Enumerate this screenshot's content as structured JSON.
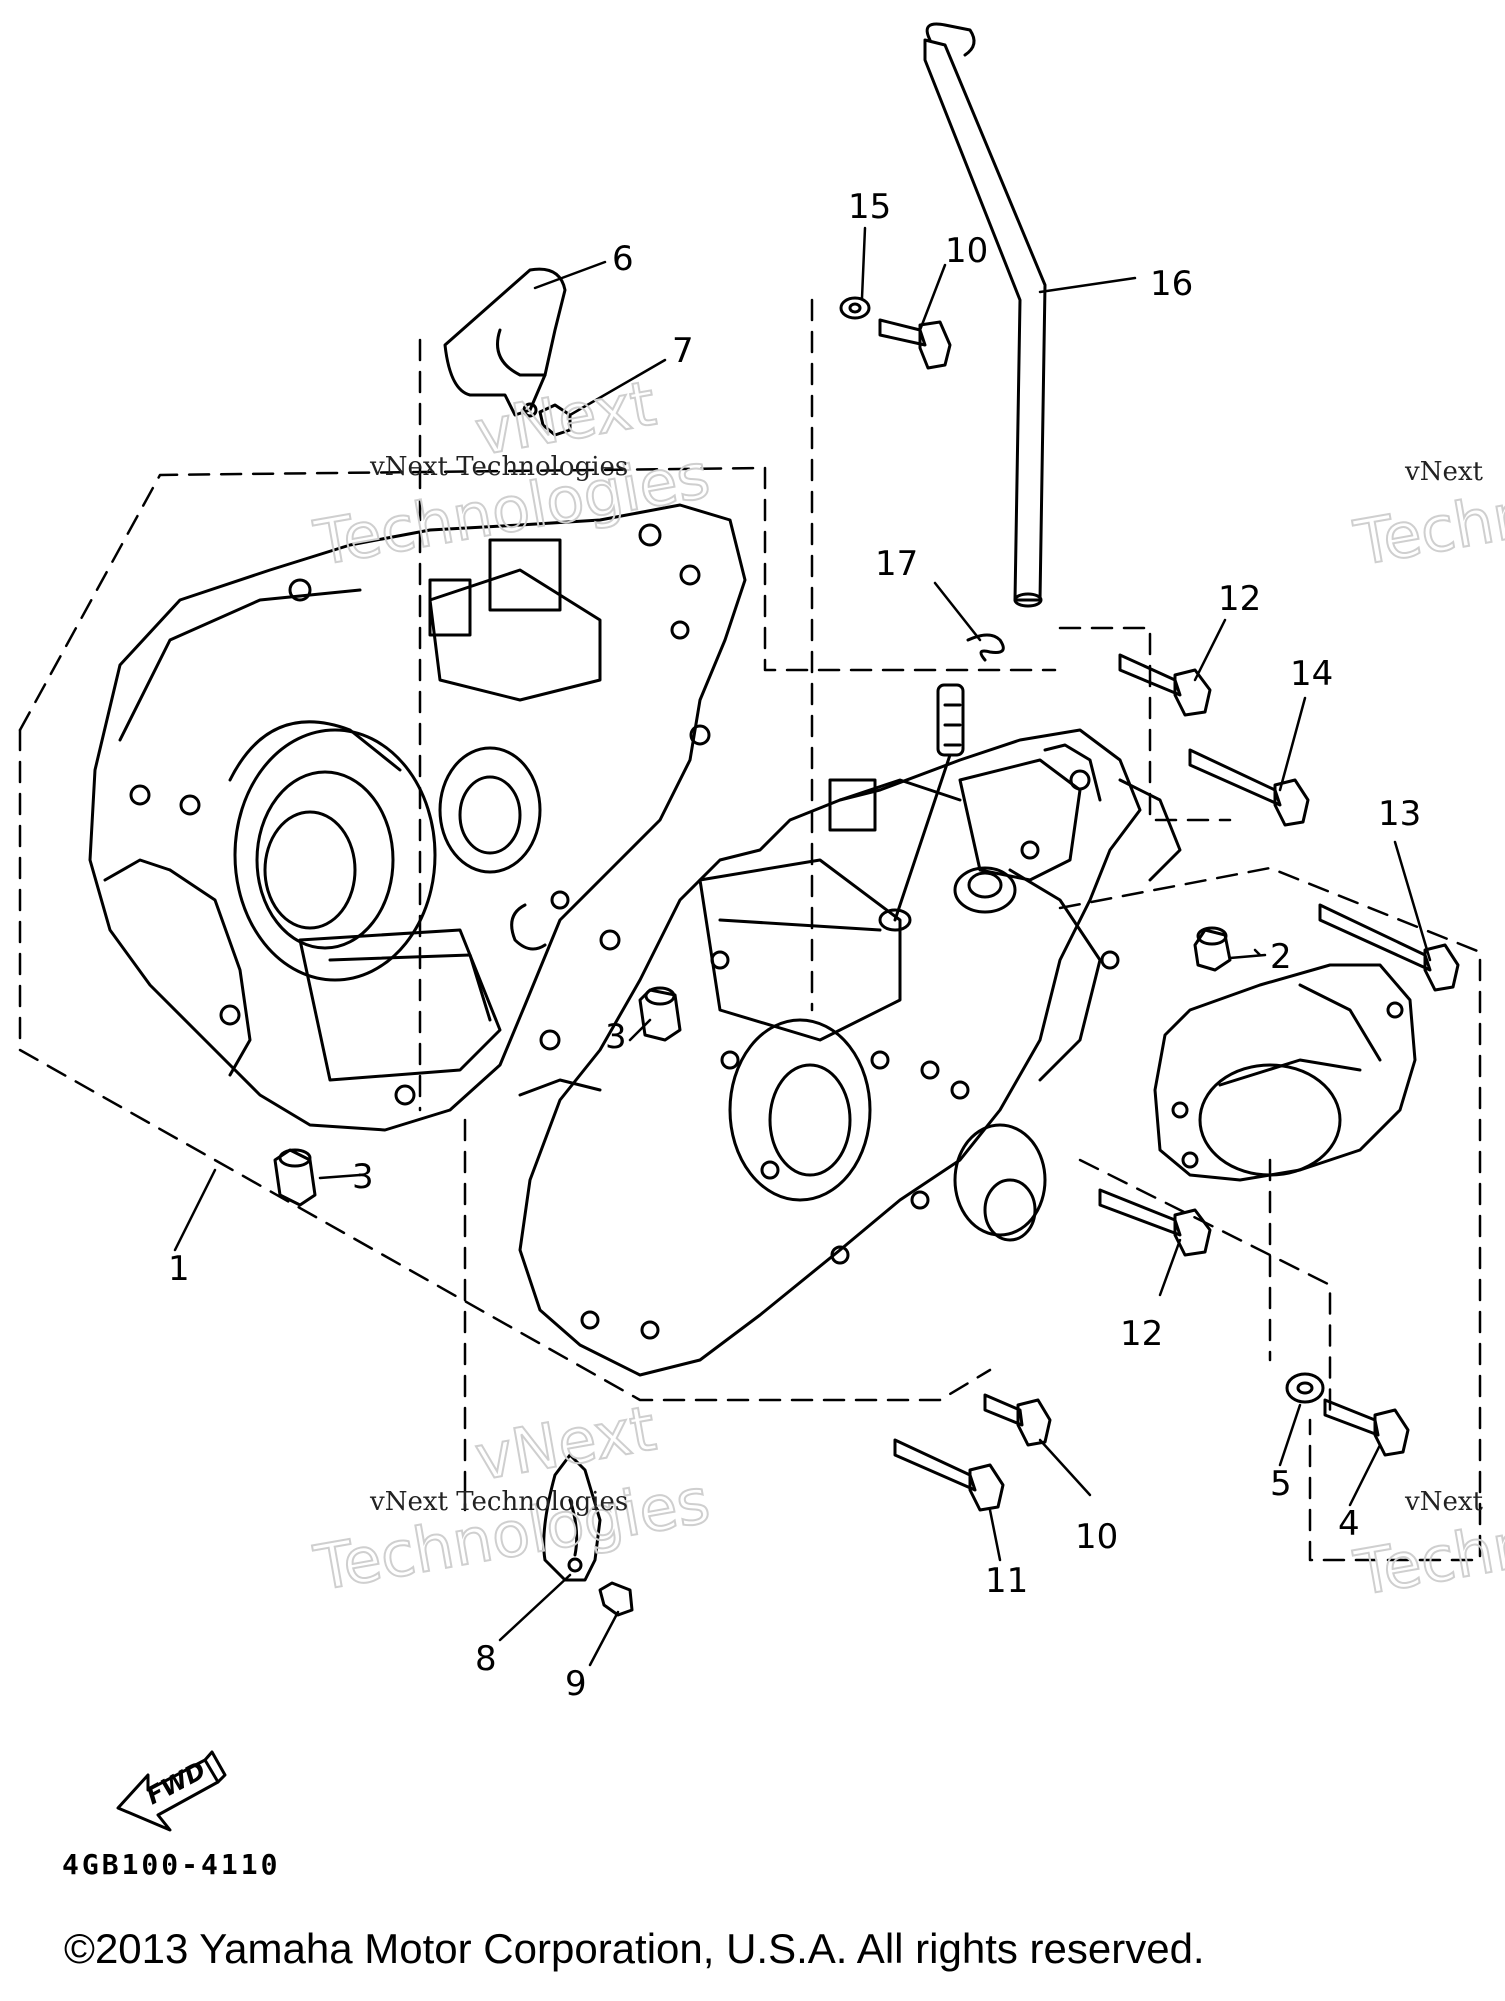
{
  "callouts": [
    "1",
    "2",
    "3",
    "3",
    "4",
    "5",
    "6",
    "7",
    "8",
    "9",
    "10",
    "10",
    "11",
    "12",
    "12",
    "13",
    "14",
    "15",
    "16",
    "17"
  ],
  "watermark": {
    "line1": "vNext Technologies",
    "line2": "vNext",
    "line3": "Technologies",
    "right_line1": "vNext",
    "right_line2": "Techn"
  },
  "direction_label": "FWD",
  "diagram_code": "4GB100-4110",
  "copyright": "©2013 Yamaha Motor Corporation, U.S.A. All rights reserved."
}
